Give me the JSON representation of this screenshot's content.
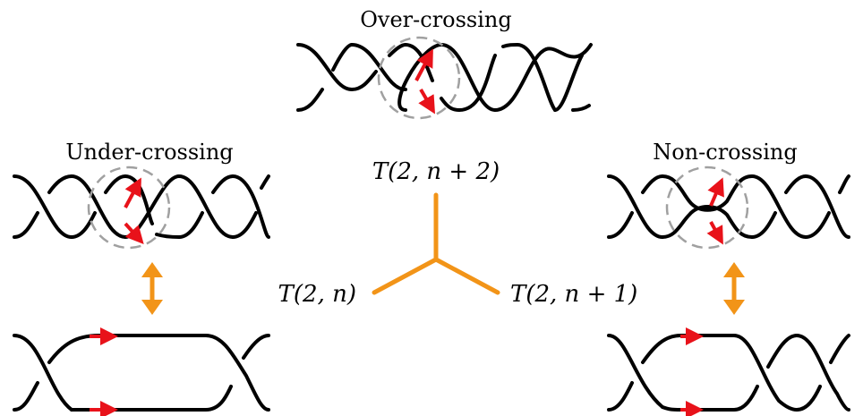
{
  "diagram": {
    "labels": {
      "over_crossing": "Over-crossing",
      "under_crossing": "Under-crossing",
      "non_crossing": "Non-crossing"
    },
    "nodes": {
      "top": "T(2, n + 2)",
      "left": "T(2, n)",
      "right": "T(2, n + 1)"
    },
    "colors": {
      "strand": "#000000",
      "arrow": "#e8121a",
      "circle": "#a0a0a0",
      "junction": "#f29418",
      "double_arrow": "#f29418"
    }
  }
}
